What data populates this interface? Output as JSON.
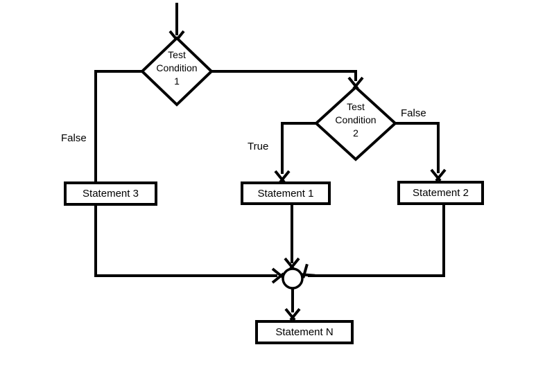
{
  "diagram": {
    "type": "flowchart",
    "background_color": "#ffffff",
    "stroke_color": "#000000",
    "nodes": {
      "condition1": {
        "shape": "diamond",
        "label": "Test Condition 1",
        "lines": [
          "Test",
          "Condition",
          "1"
        ]
      },
      "condition2": {
        "shape": "diamond",
        "label": "Test Condition 2",
        "lines": [
          "Test",
          "Condition",
          "2"
        ]
      },
      "statement3": {
        "shape": "process-box",
        "label": "Statement 3"
      },
      "statement1": {
        "shape": "process-box",
        "label": "Statement 1"
      },
      "statement2": {
        "shape": "process-box",
        "label": "Statement 2"
      },
      "statementN": {
        "shape": "process-box",
        "label": "Statement N"
      },
      "junction": {
        "shape": "connector-circle",
        "label": ""
      }
    },
    "edge_labels": {
      "condition1_false": "False",
      "condition2_true": "True",
      "condition2_false": "False"
    }
  }
}
